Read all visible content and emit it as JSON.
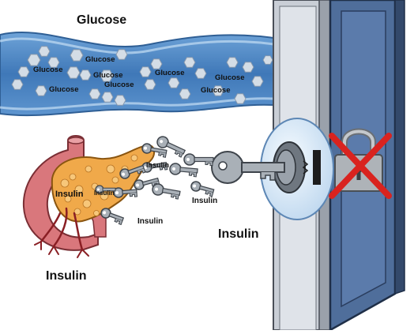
{
  "labels": {
    "glucose_title": "Glucose",
    "insulin_large_right": "Insulin",
    "insulin_bottom_left": "Insulin",
    "insulin_pancreas": "Insulin",
    "insulin_small_on_pancreas": "Insulin",
    "insulin_key_top": "Insulin",
    "insulin_key_mid": "Insulin",
    "insulin_key_bottom": "Insulin"
  },
  "vessel_labels": [
    "Glucose",
    "Glucose",
    "Glucose",
    "Glucose",
    "Glucose",
    "Glucose",
    "Glucose",
    "Glucose"
  ],
  "colors": {
    "vessel_fill": "#4a84c4",
    "vessel_edge": "#9cc3ea",
    "glucose_hex": "#d4dde6",
    "pancreas_fill": "#f0a94a",
    "duodenum_fill": "#d9777c",
    "key_fill": "#a9b0b7",
    "door_fill": "#4f6e9b",
    "frame_fill": "#c9ced6",
    "lock_fill": "#aeb3b8",
    "cross_color": "#d9231f"
  },
  "icons": {
    "lock": "padlock-icon",
    "cross": "cross-mark-icon",
    "key": "key-icon"
  }
}
